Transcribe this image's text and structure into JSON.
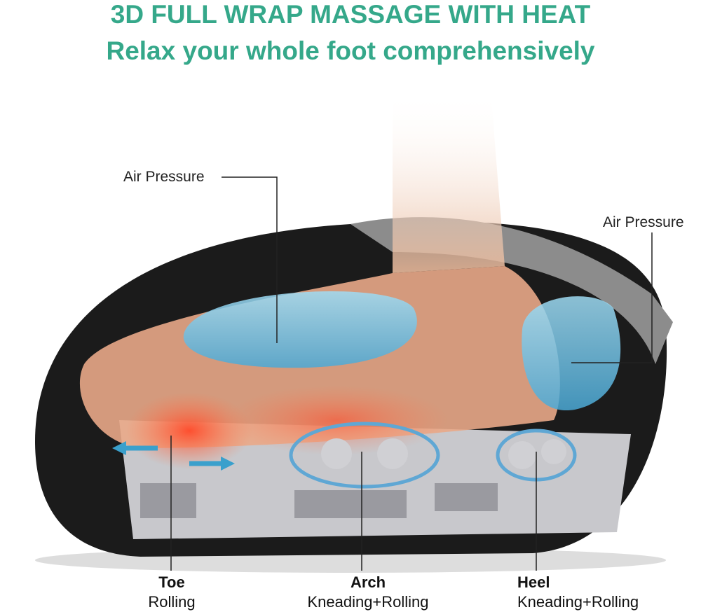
{
  "header": {
    "title": "3D FULL WRAP MASSAGE WITH HEAT",
    "subtitle": "Relax your whole foot comprehensively"
  },
  "callouts": {
    "air_pressure_left": "Air Pressure",
    "air_pressure_right": "Air Pressure"
  },
  "zones": [
    {
      "name": "Toe",
      "desc": "Rolling"
    },
    {
      "name": "Arch",
      "desc": "Kneading+Rolling"
    },
    {
      "name": "Heel",
      "desc": "Kneading+Rolling"
    }
  ],
  "colors": {
    "accent": "#35a88a",
    "airbag": "#6cc4e8",
    "heat": "#f0543a",
    "device": "#1a1a1a"
  }
}
